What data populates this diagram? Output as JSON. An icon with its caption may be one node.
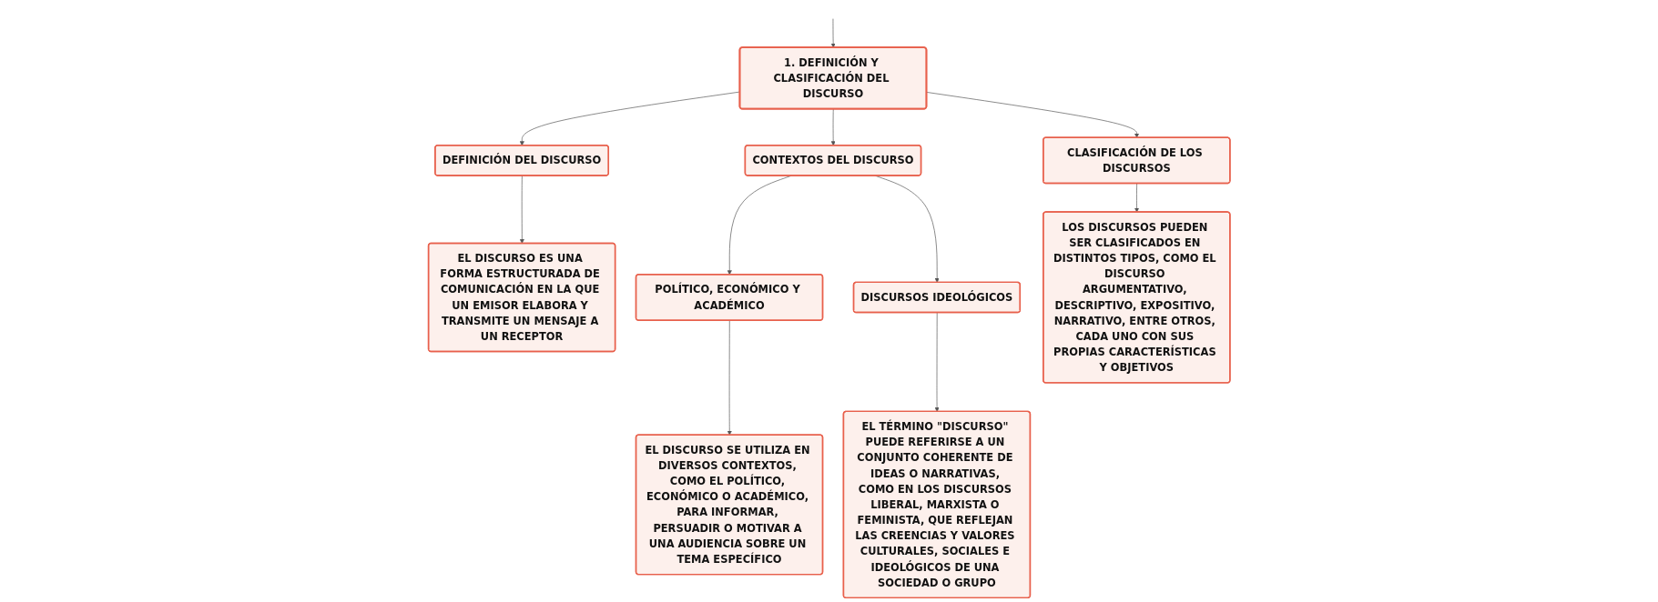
{
  "diagram": {
    "nodes": [
      {
        "text": [
          "1. DEFINICIÓN Y CLASIFICACIÓN DEL DISCURSO"
        ]
      },
      {
        "text": [
          "DEFINICIÓN DEL DISCURSO"
        ]
      },
      {
        "text": [
          "CONTEXTOS DEL DISCURSO"
        ]
      },
      {
        "text": [
          "CLASIFICACIÓN DE LOS DISCURSOS"
        ]
      },
      {
        "text": [
          "EL DISCURSO ES UNA FORMA ESTRUCTURADA DE COMUNICACIÓN EN LA QUE UN EMISOR ELABORA Y TRANSMITE UN MENSAJE A UN RECEPTOR"
        ]
      },
      {
        "text": [
          "POLÍTICO, ECONÓMICO Y ACADÉMICO"
        ]
      },
      {
        "text": [
          "DISCURSOS IDEOLÓGICOS"
        ]
      },
      {
        "text": [
          "EL DISCURSO SE UTILIZA EN DIVERSOS CONTEXTOS, COMO EL POLÍTICO, ECONÓMICO O ACADÉMICO, PARA INFORMAR, PERSUADIR O MOTIVAR A UNA AUDIENCIA SOBRE UN TEMA ESPECÍFICO"
        ]
      },
      {
        "text": [
          "EL TÉRMINO \"DISCURSO\" PUEDE REFERIRSE A UN CONJUNTO COHERENTE DE IDEAS O NARRATIVAS, COMO EN LOS DISCURSOS LIBERAL, MARXISTA O FEMINISTA, QUE REFLEJAN LAS CREENCIAS Y VALORES CULTURALES, SOCIALES E IDEOLÓGICOS DE UNA SOCIEDAD O GRUPO"
        ]
      },
      {
        "text": [
          "LOS DISCURSOS PUEDEN SER CLASIFICADOS EN DISTINTOS TIPOS, COMO EL DISCURSO ARGUMENTATIVO, DESCRIPTIVO, EXPOSITIVO, NARRATIVO, ENTRE OTROS, CADA UNO CON SUS PROPIAS CARACTERÍSTICAS Y OBJETIVOS"
        ]
      }
    ],
    "edges": [
      {
        "from": null,
        "to": 0,
        "arrow": "to"
      },
      {
        "from": 0,
        "to": 1,
        "arrow": "to"
      },
      {
        "from": 0,
        "to": 2,
        "arrow": "to"
      },
      {
        "from": 0,
        "to": 3,
        "arrow": "to"
      },
      {
        "from": 1,
        "to": 4,
        "arrow": "to"
      },
      {
        "from": 2,
        "to": 5,
        "arrow": "to"
      },
      {
        "from": 2,
        "to": 6,
        "arrow": "to"
      },
      {
        "from": 5,
        "to": 7,
        "arrow": "to"
      },
      {
        "from": 6,
        "to": 8,
        "arrow": "to"
      },
      {
        "from": 3,
        "to": 9,
        "arrow": "to"
      }
    ]
  }
}
